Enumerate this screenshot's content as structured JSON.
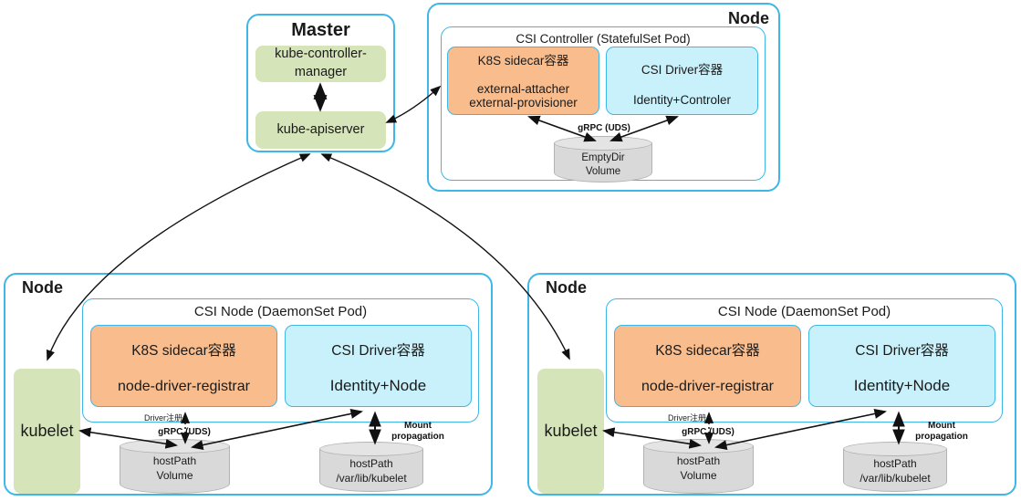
{
  "colors": {
    "border_cyan": "#3db7e8",
    "green_fill": "#d6e4ba",
    "orange_fill": "#f9bd8d",
    "cyan_fill": "#c9f1fb",
    "cylinder_fill": "#d9d9d9",
    "arrow_black": "#111111"
  },
  "master": {
    "title": "Master",
    "controller_manager": {
      "line1": "kube-controller-",
      "line2": "manager"
    },
    "apiserver": "kube-apiserver"
  },
  "controller_node": {
    "title": "Node",
    "pod_title": "CSI Controller (StatefulSet Pod)",
    "sidecar": {
      "title": "K8S sidecar容器",
      "line1": "external-attacher",
      "line2": "external-provisioner"
    },
    "driver": {
      "title": "CSI Driver容器",
      "line1": "Identity+Controler"
    },
    "grpc_label": "gRPC (UDS)",
    "volume": {
      "line1": "EmptyDir",
      "line2": "Volume"
    }
  },
  "worker_node_left": {
    "title": "Node",
    "kubelet_label": "kubelet",
    "pod_title": "CSI Node (DaemonSet Pod)",
    "sidecar": {
      "title": "K8S sidecar容器",
      "line1": "node-driver-registrar"
    },
    "driver": {
      "title": "CSI Driver容器",
      "line1": "Identity+Node"
    },
    "driver_register_label": "Driver注册",
    "grpc_label": "gRPC (UDS)",
    "mount_label": {
      "line1": "Mount",
      "line2": "propagation"
    },
    "volume_socket": {
      "line1": "hostPath",
      "line2": "Volume"
    },
    "volume_mount": {
      "line1": "hostPath",
      "line2": "/var/lib/kubelet"
    }
  },
  "worker_node_right": {
    "title": "Node",
    "kubelet_label": "kubelet",
    "pod_title": "CSI Node (DaemonSet Pod)",
    "sidecar": {
      "title": "K8S sidecar容器",
      "line1": "node-driver-registrar"
    },
    "driver": {
      "title": "CSI Driver容器",
      "line1": "Identity+Node"
    },
    "driver_register_label": "Driver注册",
    "grpc_label": "gRPC (UDS)",
    "mount_label": {
      "line1": "Mount",
      "line2": "propagation"
    },
    "volume_socket": {
      "line1": "hostPath",
      "line2": "Volume"
    },
    "volume_mount": {
      "line1": "hostPath",
      "line2": "/var/lib/kubelet"
    }
  }
}
